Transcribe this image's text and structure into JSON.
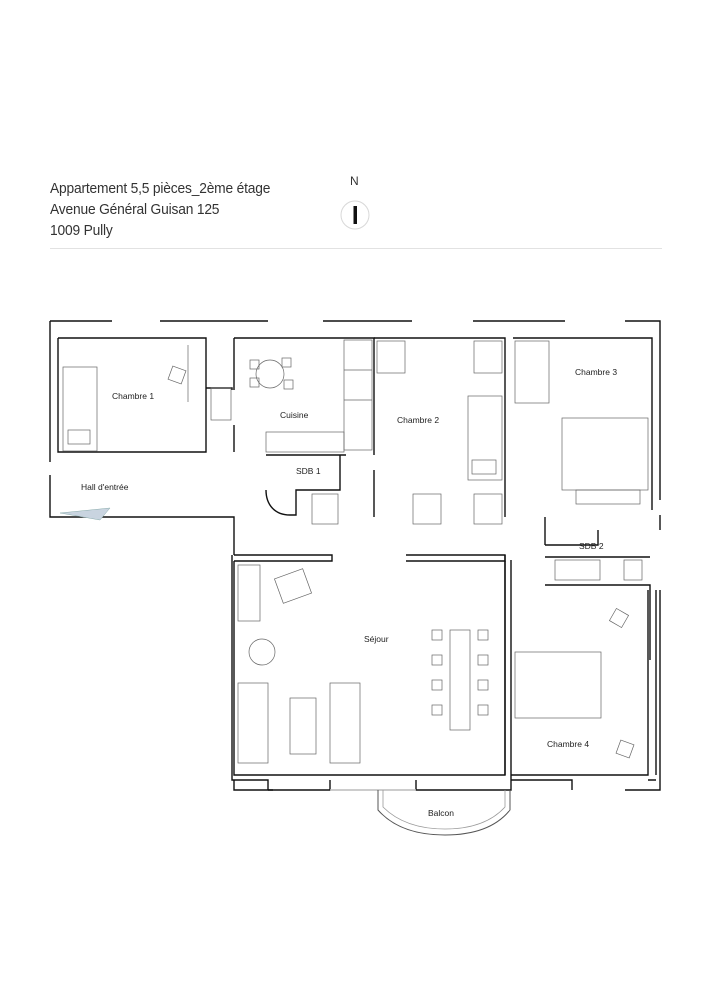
{
  "header": {
    "line1": "Appartement 5,5 pièces_2ème étage",
    "line2": "Avenue Général Guisan 125",
    "line3": "1009 Pully"
  },
  "compass": {
    "label": "N"
  },
  "rooms": {
    "chambre1": "Chambre 1",
    "cuisine": "Cuisine",
    "chambre2": "Chambre 2",
    "chambre3": "Chambre 3",
    "sdb1": "SDB 1",
    "hall": "Hall d'entrée",
    "sdb2": "SDB 2",
    "sejour": "Séjour",
    "chambre4": "Chambre 4",
    "balcon": "Balcon"
  }
}
